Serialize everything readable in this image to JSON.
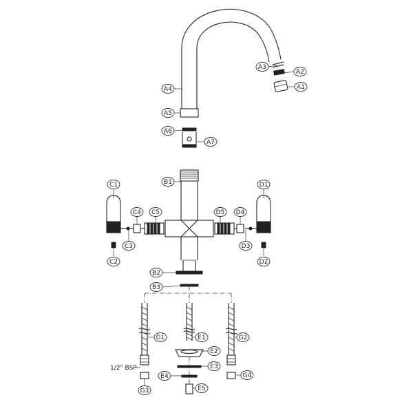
{
  "labels": {
    "A1": "A1",
    "A2": "A2",
    "A3": "A3",
    "A4": "A4",
    "A5": "A5",
    "A6": "A6",
    "A7": "A7",
    "B1": "B1",
    "B2": "B2",
    "B3": "B3",
    "C1": "C1",
    "C2": "C2",
    "C3": "C3",
    "C4": "C4",
    "C5": "C5",
    "D1": "D1",
    "D2": "D2",
    "D3": "D3",
    "D4": "D4",
    "D5": "D5",
    "E1": "E1",
    "E2": "E2",
    "E3": "E3",
    "E4": "E4",
    "E5": "E5",
    "G1": "G1",
    "G2": "G2",
    "G3": "G3",
    "G4": "G4"
  },
  "note": "1/2\" BSP"
}
